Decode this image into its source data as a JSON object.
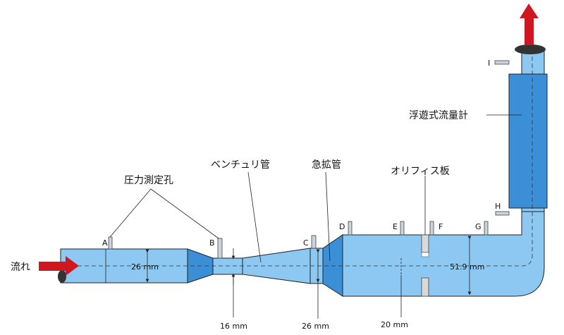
{
  "labels": {
    "pressure_taps": "圧力測定孔",
    "venturi": "ベンチュリ管",
    "sudden_expansion": "急拡管",
    "orifice": "オリフィス板",
    "flowmeter": "浮遊式流量計",
    "flow": "流れ"
  },
  "taps": [
    "A",
    "B",
    "C",
    "D",
    "E",
    "F",
    "G",
    "H",
    "I"
  ],
  "dimensions": {
    "inlet_diameter": "26 mm",
    "throat_diameter": "16 mm",
    "venturi_outlet_diameter": "26 mm",
    "orifice_diameter": "20 mm",
    "large_pipe_diameter": "51.9 mm"
  },
  "colors": {
    "pipe_light": "#8cc8f2",
    "pipe_dark": "#3b8fd6",
    "arrow_red": "#d0161e"
  }
}
